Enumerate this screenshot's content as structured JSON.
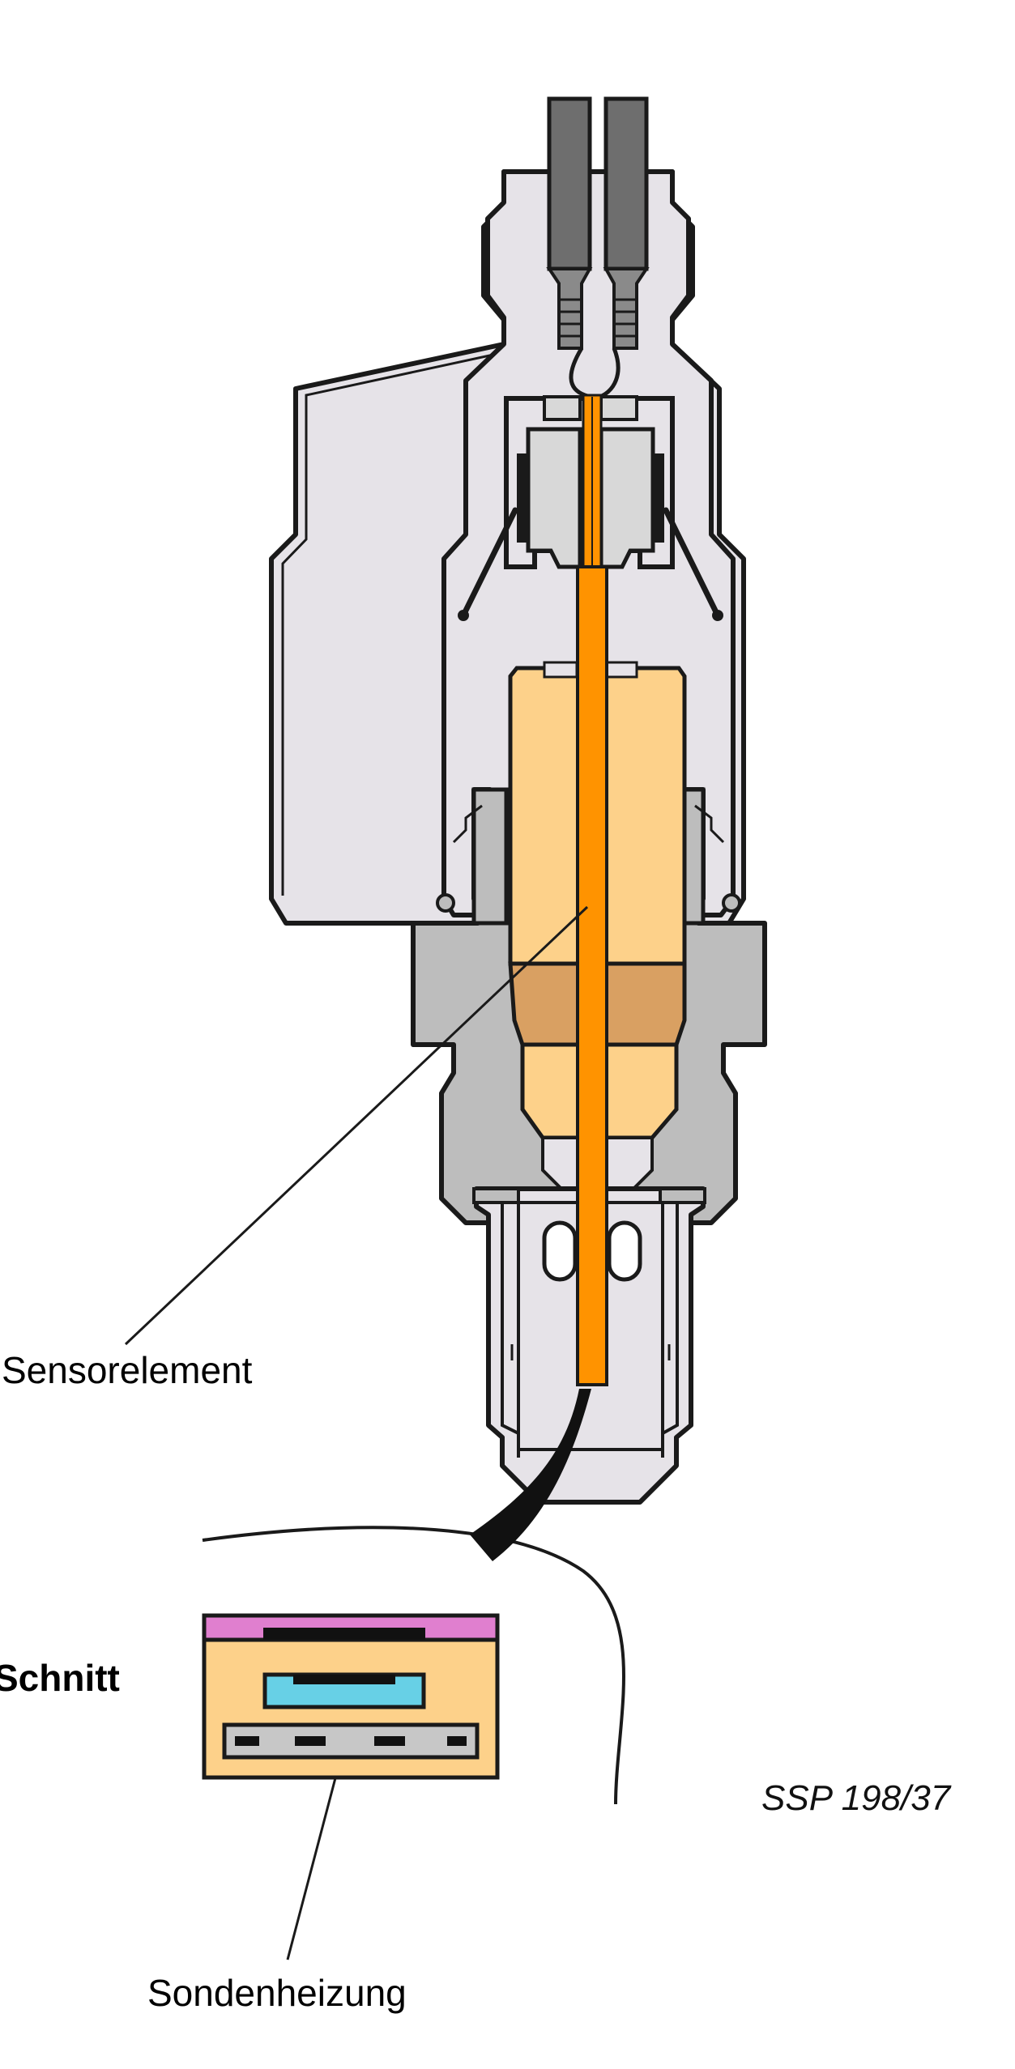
{
  "labels": {
    "sensor_element": "Sensorelement",
    "section": "Schnitt",
    "probe_heater": "Sondenheizung",
    "figure_ref": "SSP 198/37"
  },
  "colors": {
    "outline": "#1a1a1a",
    "housing_dark": "#bdbdbd",
    "housing_light": "#e6e3e8",
    "cable": "#6e6e6e",
    "ceramic": "#fdd18a",
    "ceramic_band": "#d9a062",
    "sensor_element": "#ff9300",
    "layer_top": "#e07fcf",
    "layer_channel": "#67d0e6",
    "heater": "#c7c7c7",
    "heater_marks": "#111111"
  }
}
